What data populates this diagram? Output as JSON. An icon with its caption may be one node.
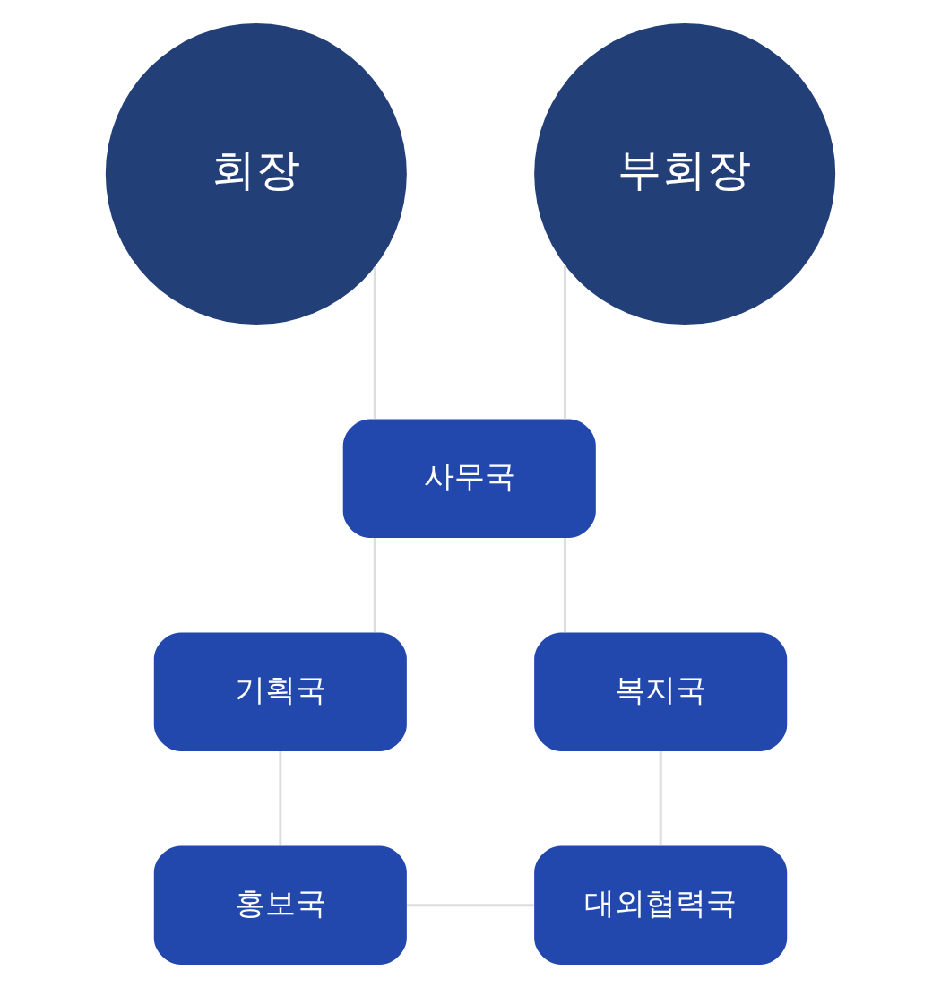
{
  "diagram": {
    "nodes": [
      {
        "text": [
          "회장"
        ]
      },
      {
        "text": [
          "부회장"
        ]
      },
      {
        "text": [
          "사무국"
        ]
      },
      {
        "text": [
          "기획국"
        ]
      },
      {
        "text": [
          "복지국"
        ]
      },
      {
        "text": [
          "홍보국"
        ]
      },
      {
        "text": [
          "대외협력국"
        ]
      }
    ],
    "edges": [
      {
        "from": 0,
        "to": 2,
        "arrow": "none"
      },
      {
        "from": 1,
        "to": 2,
        "arrow": "none"
      },
      {
        "from": 2,
        "to": 3,
        "arrow": "none"
      },
      {
        "from": 2,
        "to": 4,
        "arrow": "none"
      },
      {
        "from": 3,
        "to": 5,
        "arrow": "none"
      },
      {
        "from": 4,
        "to": 6,
        "arrow": "none"
      },
      {
        "from": 5,
        "to": 6,
        "arrow": "none"
      }
    ]
  }
}
